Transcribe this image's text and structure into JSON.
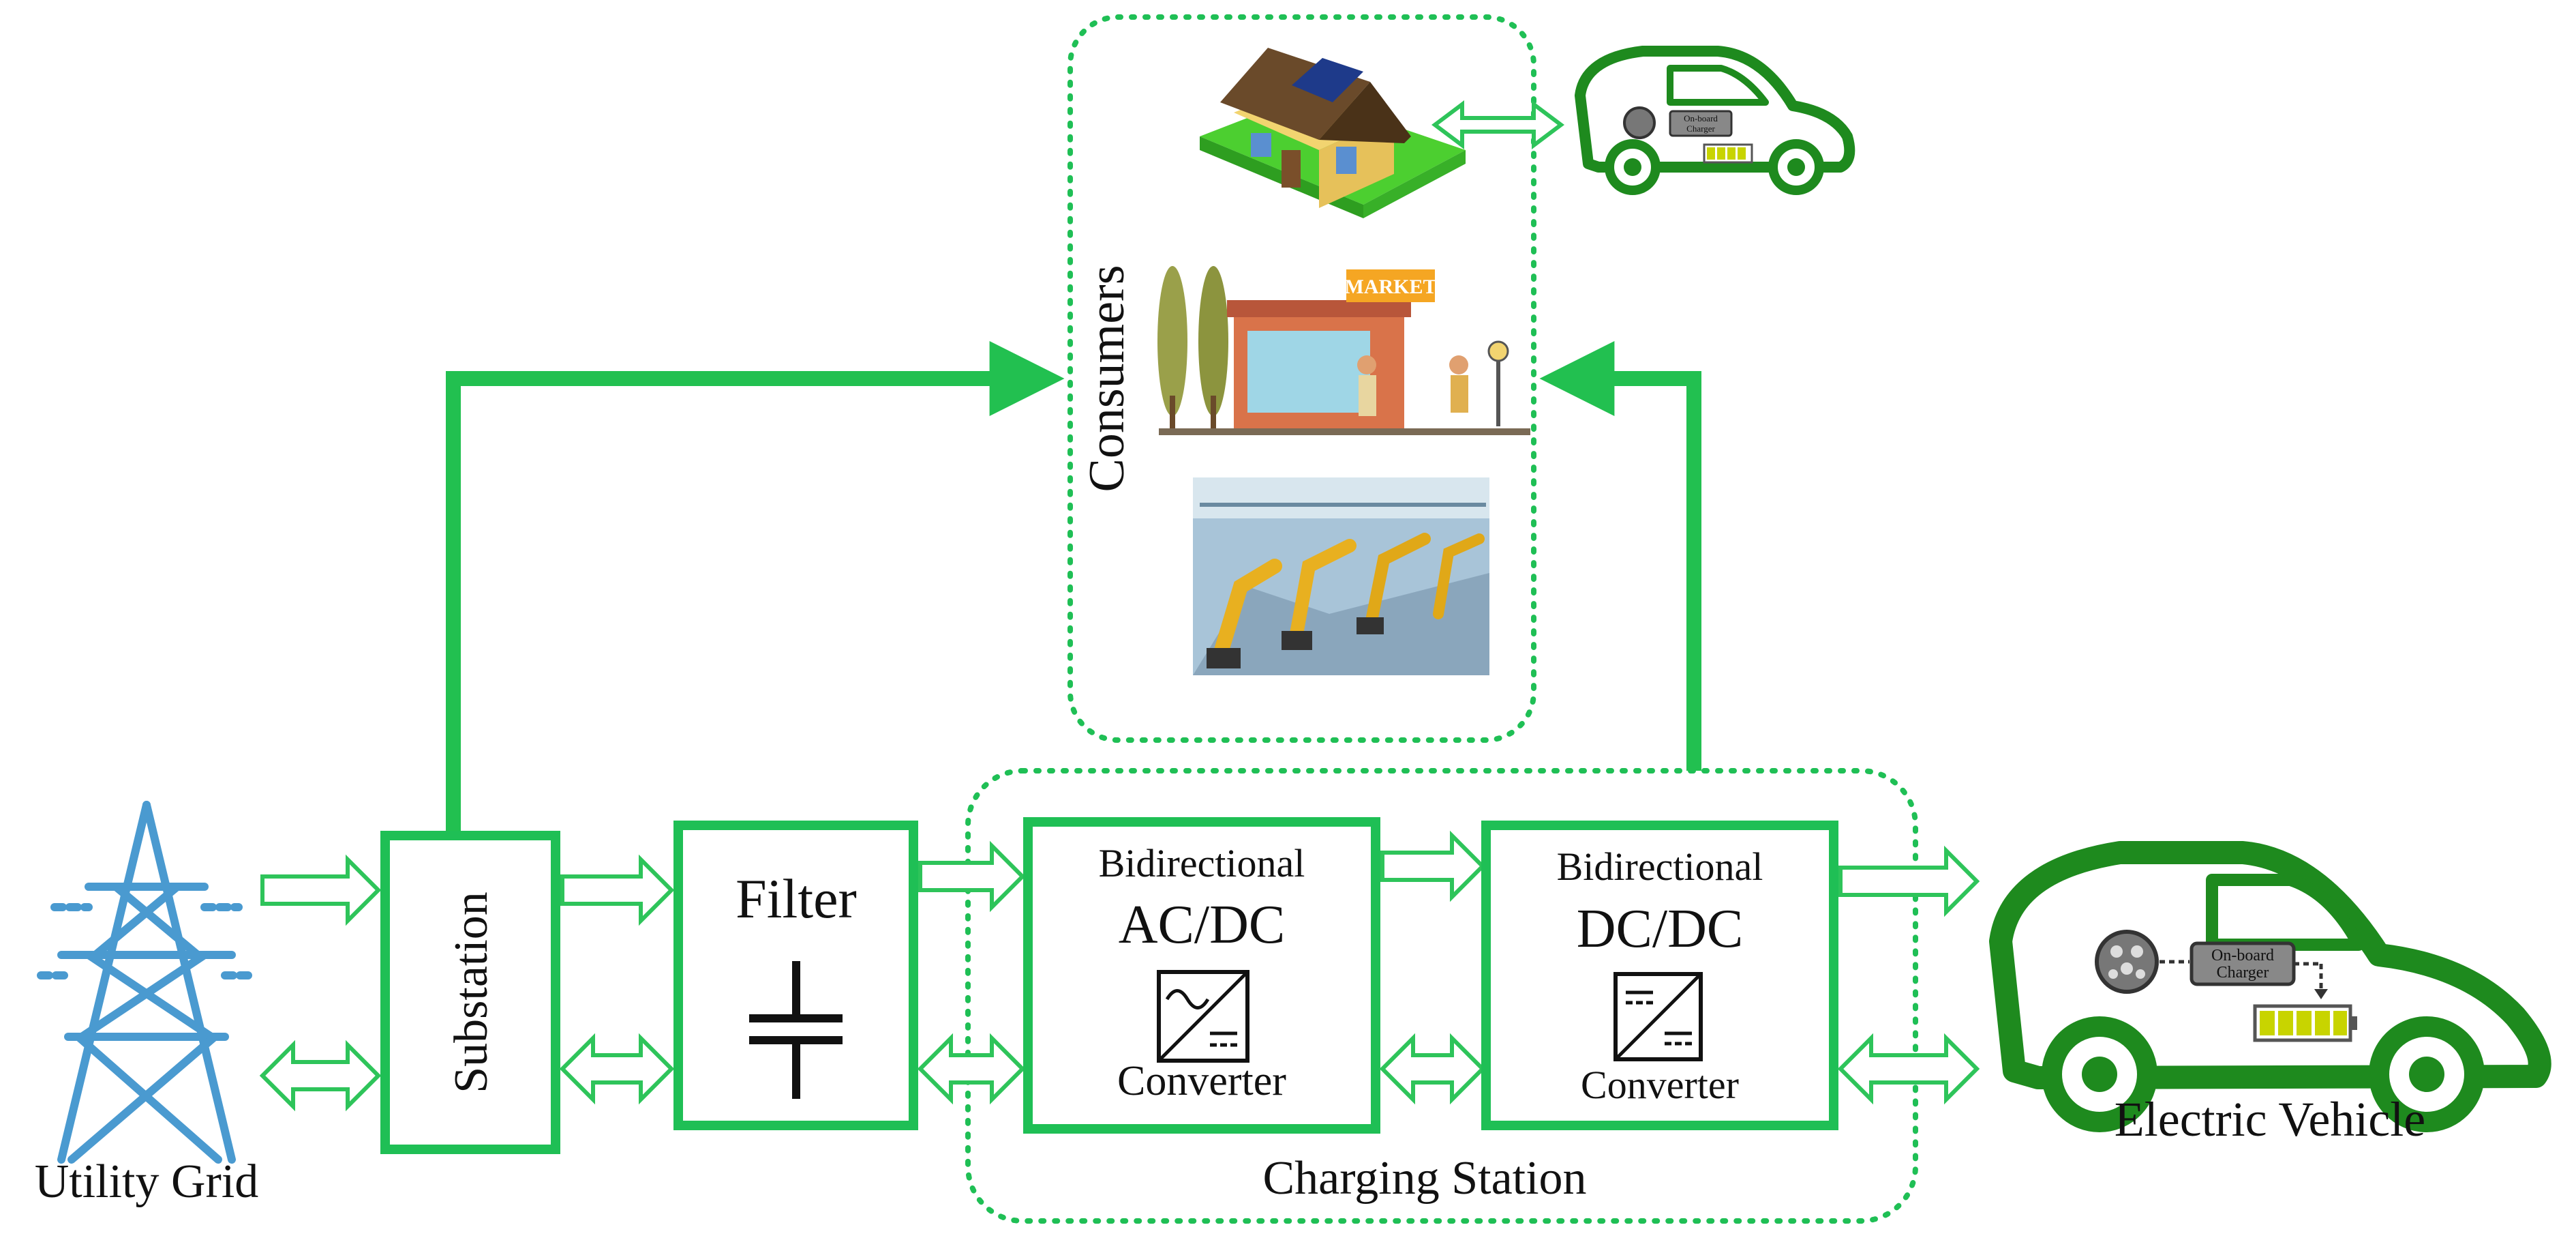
{
  "labels": {
    "utility_grid": "Utility Grid",
    "substation": "Substation",
    "filter": "Filter",
    "acdc_top": "Bidirectional",
    "acdc_main": "AC/DC",
    "acdc_bottom": "Converter",
    "dcdc_top": "Bidirectional",
    "dcdc_main": "DC/DC",
    "dcdc_bottom": "Converter",
    "charging_station": "Charging Station",
    "electric_vehicle": "Electric Vehicle",
    "consumers": "Consumers",
    "market_sign": "MARKET",
    "onboard_charger_line1": "On-board",
    "onboard_charger_line2": "Charger"
  },
  "colors": {
    "box_border": "#1fbf55",
    "flow_arrow": "#22c050",
    "car": "#1e8a1e",
    "tower": "#4a9ad0",
    "battery": "#c8d400"
  }
}
